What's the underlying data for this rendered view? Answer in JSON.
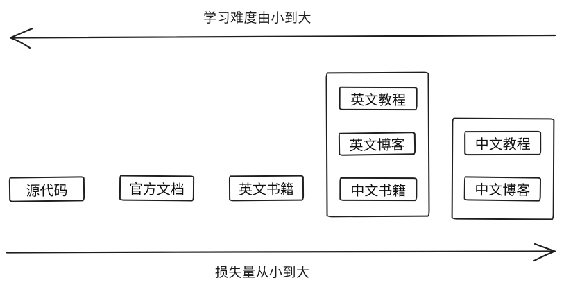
{
  "colors": {
    "stroke": "#1e1e1e",
    "background": "#ffffff",
    "text": "#101010"
  },
  "arrows": {
    "top": {
      "label": "学习难度由小到大",
      "direction": "left"
    },
    "bottom": {
      "label": "损失量从小到大",
      "direction": "right"
    }
  },
  "boxes": [
    {
      "label": "源代码"
    },
    {
      "label": "官方文档"
    },
    {
      "label": "英文书籍"
    }
  ],
  "groups": [
    {
      "items": [
        {
          "label": "英文教程"
        },
        {
          "label": "英文博客"
        },
        {
          "label": "中文书籍"
        }
      ]
    },
    {
      "items": [
        {
          "label": "中文教程"
        },
        {
          "label": "中文博客"
        }
      ]
    }
  ]
}
